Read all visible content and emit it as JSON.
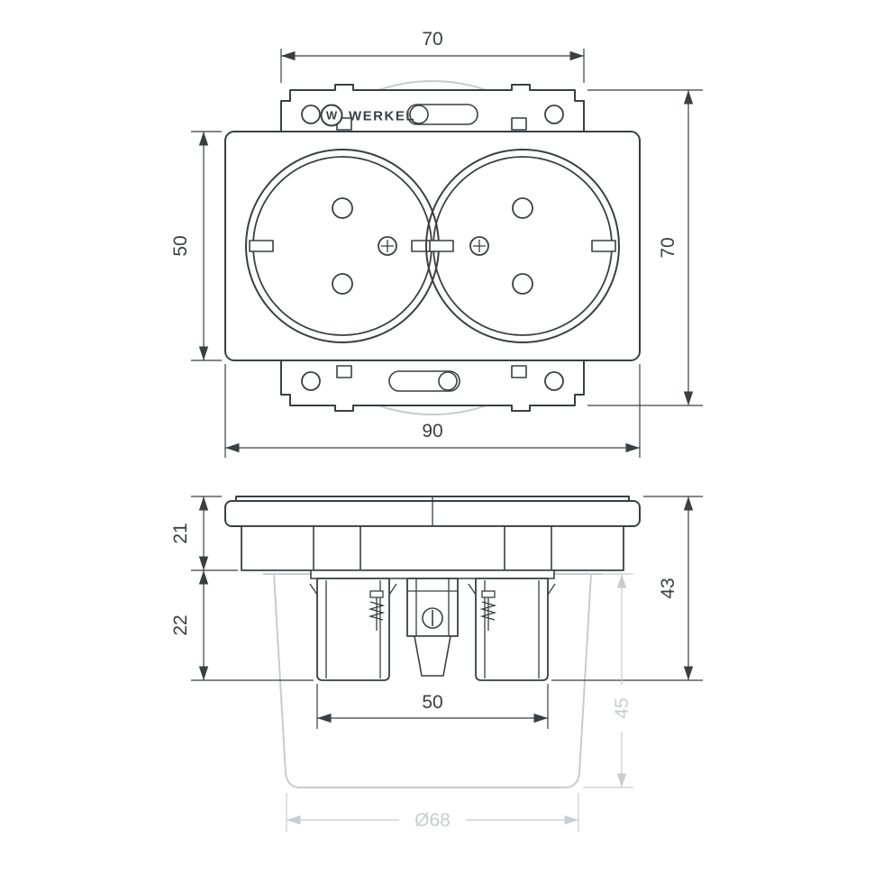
{
  "page": {
    "title": "Double socket dimensional drawing"
  },
  "brand": {
    "name": "WERKEL",
    "logo_letter": "W"
  },
  "front_view": {
    "dim_frame_width": "70",
    "dim_plate_height": "50",
    "dim_frame_height": "70",
    "dim_plate_width": "90"
  },
  "side_view": {
    "dim_plate_depth": "21",
    "dim_mechanism_depth": "22",
    "dim_total_depth": "43",
    "dim_mechanism_width": "50",
    "dim_box_depth": "45",
    "dim_box_diameter": "Ø68"
  },
  "colors": {
    "line": "#3a3f42",
    "muted": "#c8ccce",
    "background": "#ffffff"
  }
}
